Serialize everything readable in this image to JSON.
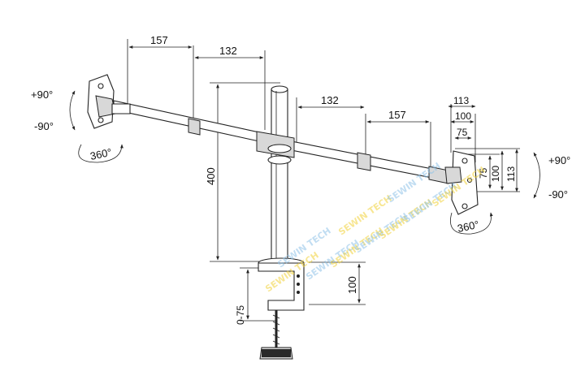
{
  "dimensions": {
    "left_arm_outer": "157",
    "left_arm_inner": "132",
    "right_arm_inner": "132",
    "right_arm_outer": "157",
    "pole_height": "400",
    "vesa_113_top": "113",
    "vesa_100_top": "100",
    "vesa_75_top": "75",
    "vesa_75_side": "75",
    "vesa_100_side": "100",
    "vesa_113_side": "113",
    "clamp_height": "100",
    "clamp_range": "0-75"
  },
  "rotation": {
    "left_tilt_up": "+90°",
    "left_tilt_down": "-90°",
    "left_swivel": "360°",
    "right_tilt_up": "+90°",
    "right_tilt_down": "-90°",
    "right_swivel": "360°"
  },
  "watermark": {
    "text": "SEWIN TECH"
  }
}
